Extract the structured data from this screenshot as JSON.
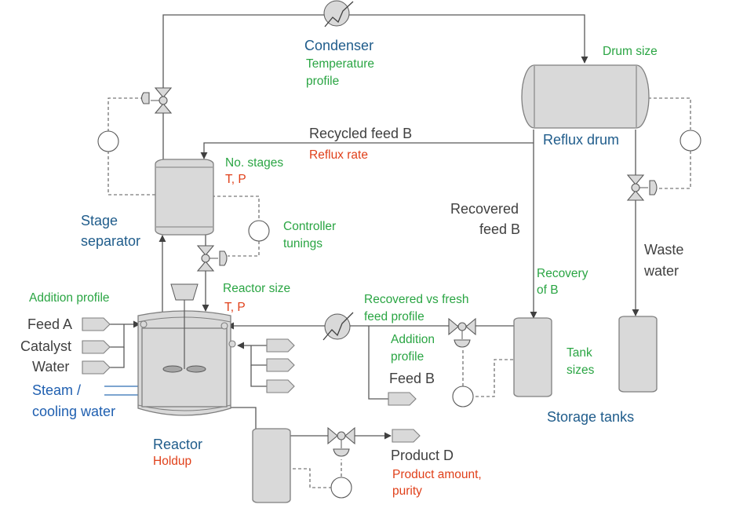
{
  "units": {
    "condenser": {
      "name": "Condenser",
      "params": [
        "Temperature",
        "profile"
      ]
    },
    "reflux_drum": {
      "name": "Reflux drum",
      "params": [
        "Drum size"
      ]
    },
    "stage_separator": {
      "name": [
        "Stage",
        "separator"
      ],
      "params_green": [
        "No. stages"
      ],
      "params_orange": [
        "T, P"
      ]
    },
    "reactor": {
      "name": "Reactor",
      "params_green": [
        "Reactor size"
      ],
      "params_orange": [
        "T, P",
        "Holdup"
      ]
    },
    "storage_tanks": {
      "name": "Storage tanks",
      "params": [
        "Tank",
        "sizes"
      ]
    }
  },
  "streams": {
    "recycled_feed_b": {
      "label": "Recycled feed B",
      "param": "Reflux rate"
    },
    "recovered_feed_b": {
      "label": [
        "Recovered",
        "feed B"
      ],
      "param": [
        "Recovery",
        "of B"
      ]
    },
    "waste_water": {
      "label": [
        "Waste",
        "water"
      ]
    },
    "feeds": [
      "Feed A",
      "Catalyst",
      "Water"
    ],
    "addition_profile_left": "Addition profile",
    "steam": [
      "Steam /",
      "cooling water"
    ],
    "recovered_vs_fresh": [
      "Recovered vs fresh",
      "feed profile"
    ],
    "addition_profile_right": [
      "Addition",
      "profile"
    ],
    "feed_b": "Feed B",
    "product": {
      "label": "Product D",
      "params": [
        "Product amount,",
        "purity"
      ]
    }
  },
  "controller_tunings": [
    "Controller",
    "tunings"
  ],
  "colors": {
    "unit_name": "#1f5c8b",
    "stream": "#404040",
    "parameter": "#2aa543",
    "condition": "#e0401a",
    "utility": "#1f5fb0",
    "equipment": "#d9d9d9"
  }
}
